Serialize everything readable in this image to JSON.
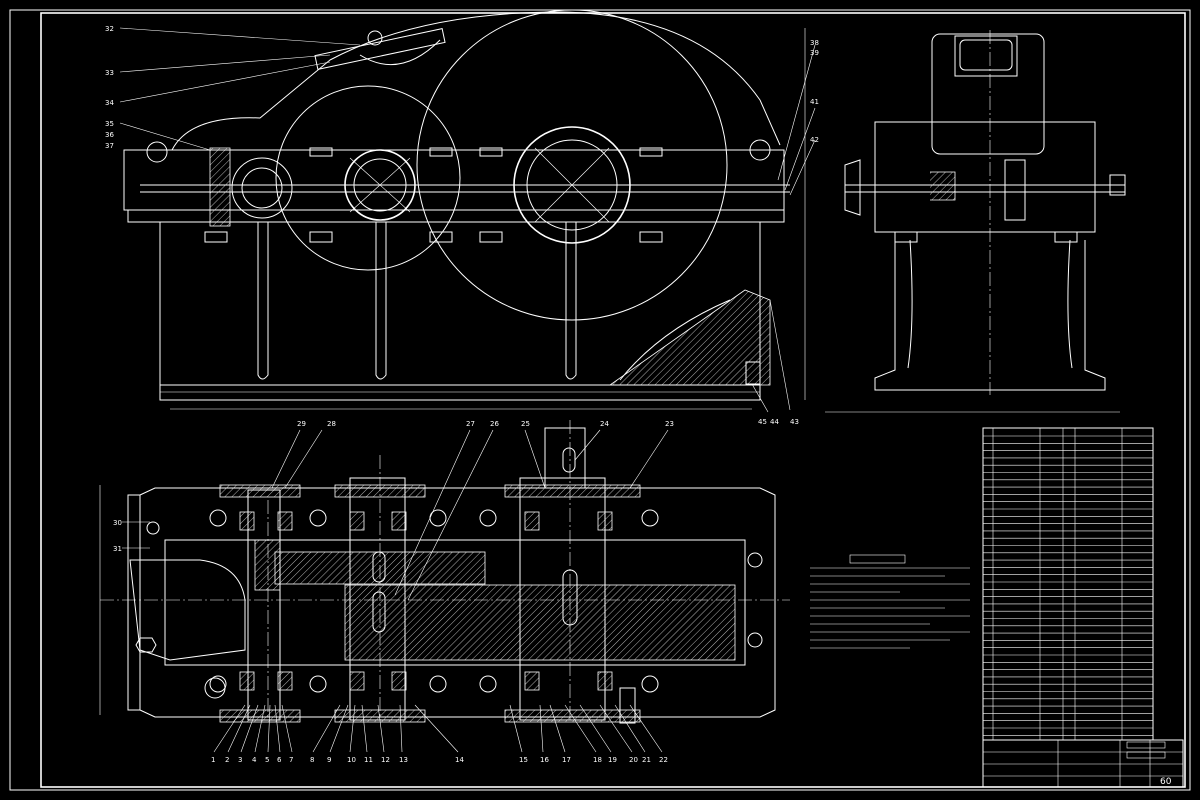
{
  "drawing": {
    "sheet_number": "60",
    "front_view_top_labels": [
      "32",
      "33",
      "34",
      "35",
      "36",
      "37"
    ],
    "front_view_right_labels": [
      "38",
      "39",
      "41",
      "42"
    ],
    "front_view_bottom_labels": [
      "45",
      "44",
      "43"
    ],
    "plan_top_labels": [
      "29",
      "28",
      "27",
      "26",
      "25",
      "24",
      "23"
    ],
    "plan_left_labels": [
      "30",
      "31"
    ],
    "plan_bottom_labels": [
      "1",
      "2",
      "3",
      "4",
      "5",
      "6",
      "7",
      "8",
      "9",
      "10",
      "11",
      "12",
      "13",
      "14",
      "15",
      "16",
      "17",
      "18",
      "19",
      "20",
      "21",
      "22"
    ]
  }
}
